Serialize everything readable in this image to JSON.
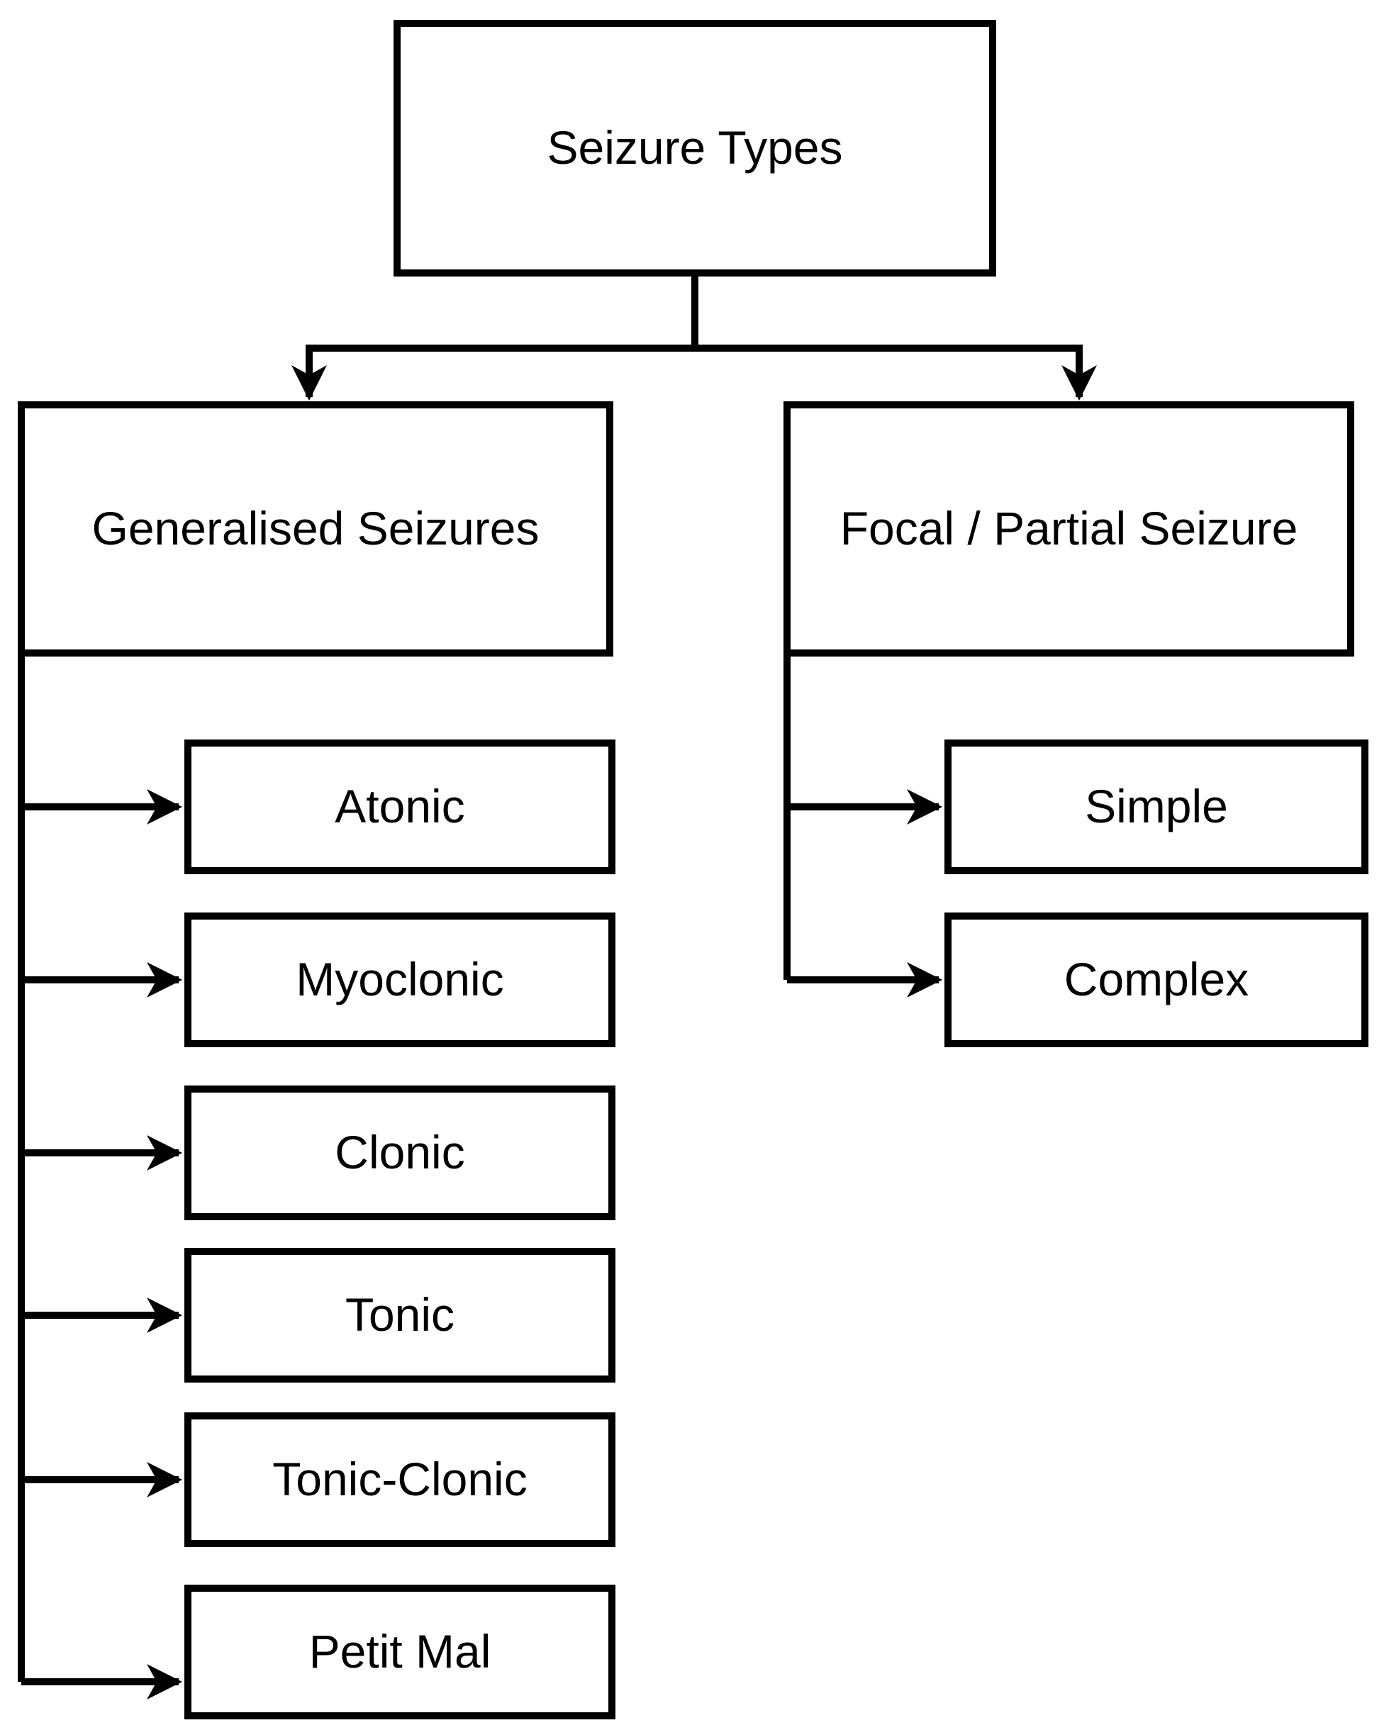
{
  "colors": {
    "background": "#ffffff",
    "line": "#000000",
    "box_border": "#000000",
    "text": "#000000"
  },
  "nodes": {
    "root": {
      "label": "Seizure Types"
    },
    "generalised": {
      "label": "Generalised Seizures"
    },
    "focal": {
      "label": "Focal / Partial Seizure"
    },
    "generalised_children": [
      {
        "label": "Atonic"
      },
      {
        "label": "Myoclonic"
      },
      {
        "label": "Clonic"
      },
      {
        "label": "Tonic"
      },
      {
        "label": "Tonic-Clonic"
      },
      {
        "label": "Petit Mal"
      }
    ],
    "focal_children": [
      {
        "label": "Simple"
      },
      {
        "label": "Complex"
      }
    ]
  }
}
